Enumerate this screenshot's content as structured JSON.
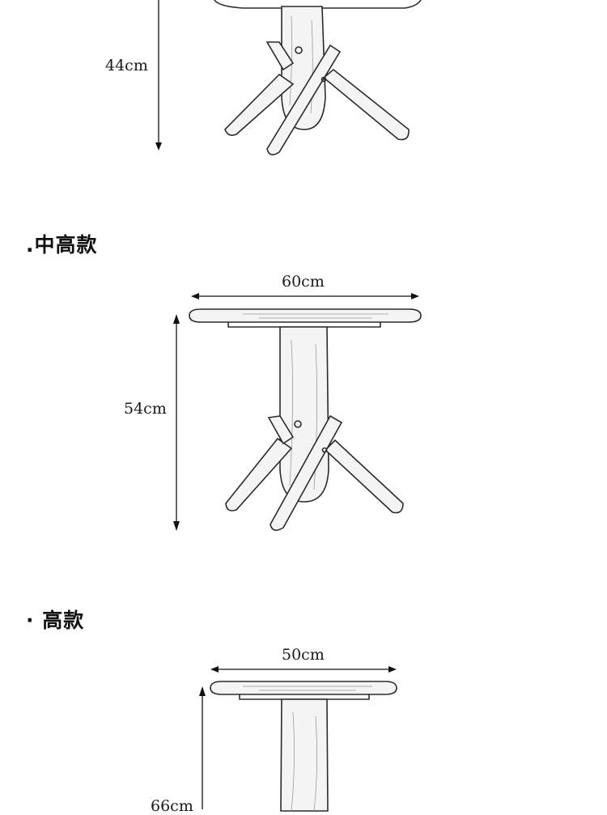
{
  "sections": [
    {
      "id": "low",
      "title": "",
      "height_label": "44cm",
      "width_label": ""
    },
    {
      "id": "mid",
      "title": ".中高款",
      "height_label": "54cm",
      "width_label": "60cm"
    },
    {
      "id": "high",
      "title": "· 高款",
      "height_label": "66cm",
      "width_label": "50cm"
    }
  ]
}
